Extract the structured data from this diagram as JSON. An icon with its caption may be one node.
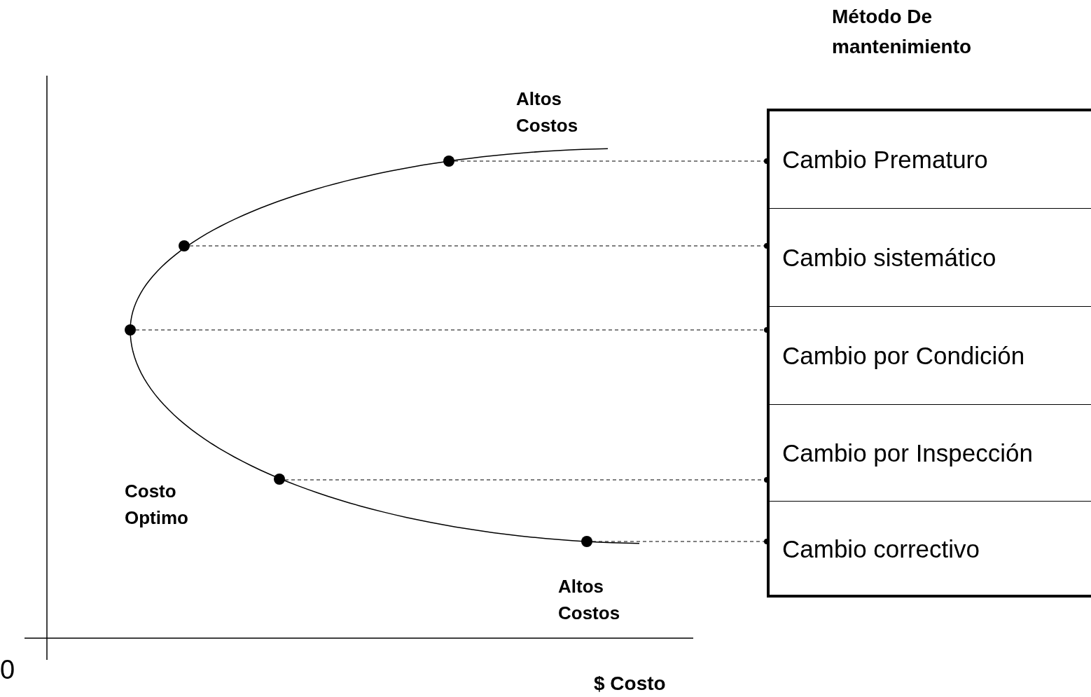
{
  "diagram": {
    "nodes": [
      {
        "text": [
          "Método De mantenimiento"
        ]
      },
      {
        "text": [
          "Cambio Prematuro"
        ],
        "in": 0
      },
      {
        "text": [
          "Cambio sistemático"
        ],
        "in": 0
      },
      {
        "text": [
          "Cambio por Condición"
        ],
        "in": 0
      },
      {
        "text": [
          "Cambio por Inspección"
        ],
        "in": 0
      },
      {
        "text": [
          "Cambio correctivo"
        ],
        "in": 0
      },
      {
        "text": [],
        "shape": "circle"
      },
      {
        "text": [],
        "shape": "circle"
      },
      {
        "text": [],
        "shape": "circle"
      },
      {
        "text": [],
        "shape": "circle"
      },
      {
        "text": [],
        "shape": "circle"
      }
    ],
    "edges": [
      {
        "from": 6,
        "to": 1,
        "arrow": "other",
        "style": "dashed"
      },
      {
        "from": 7,
        "to": 2,
        "arrow": "other",
        "style": "dashed"
      },
      {
        "from": 8,
        "to": 3,
        "arrow": "other",
        "style": "dashed"
      },
      {
        "from": 9,
        "to": 4,
        "arrow": "other",
        "style": "dashed"
      },
      {
        "from": 10,
        "to": 5,
        "arrow": "other",
        "style": "dashed"
      }
    ],
    "labels": [
      "Altos Costos",
      "Costo Optimo",
      "Altos Costos",
      "0",
      "$ Costo"
    ]
  }
}
